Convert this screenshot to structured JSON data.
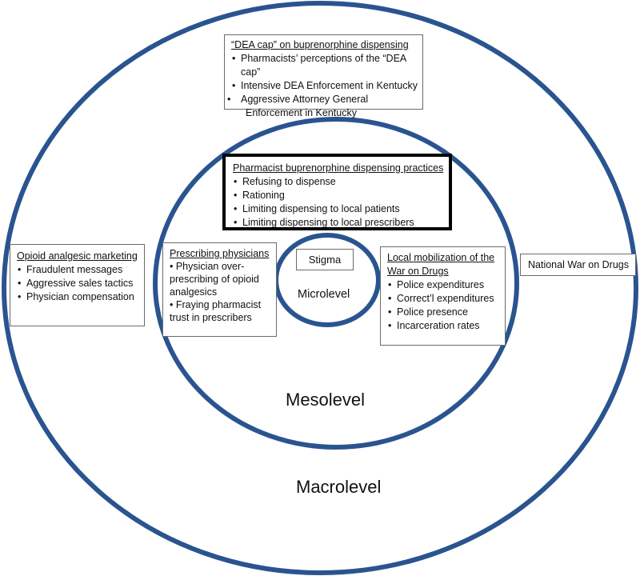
{
  "colors": {
    "ring": "#2a5490",
    "box_border": "#6b6b6b",
    "focus_border": "#000000"
  },
  "levels": {
    "macro": "Macrolevel",
    "meso": "Mesolevel",
    "micro": "Microlevel"
  },
  "boxes": {
    "dea_cap": {
      "title": "“DEA cap” on buprenorphine dispensing",
      "items": [
        "Pharmacists’ perceptions of the “DEA cap”",
        "Intensive DEA Enforcement in Kentucky",
        "Aggressive Attorney General Enforcement in Kentucky"
      ]
    },
    "pharmacist": {
      "title": "Pharmacist buprenorphine dispensing practices",
      "items": [
        "Refusing to dispense",
        "Rationing",
        "Limiting dispensing to local patients",
        "Limiting dispensing to local prescribers"
      ]
    },
    "opioid_marketing": {
      "title": "Opioid analgesic marketing",
      "items": [
        "Fraudulent messages",
        "Aggressive sales tactics",
        "Physician compensation"
      ]
    },
    "prescribing": {
      "title": "Prescribing physicians",
      "items": [
        "• Physician over-prescribing of opioid analgesics",
        "• Fraying pharmacist trust in prescribers"
      ]
    },
    "local_war": {
      "title": "Local mobilization of the War on Drugs",
      "items": [
        "Police expenditures",
        "Correct’l expenditures",
        "Police presence",
        "Incarceration rates"
      ]
    },
    "national_war": {
      "title": "National War on Drugs"
    },
    "stigma": {
      "title": "Stigma"
    }
  }
}
